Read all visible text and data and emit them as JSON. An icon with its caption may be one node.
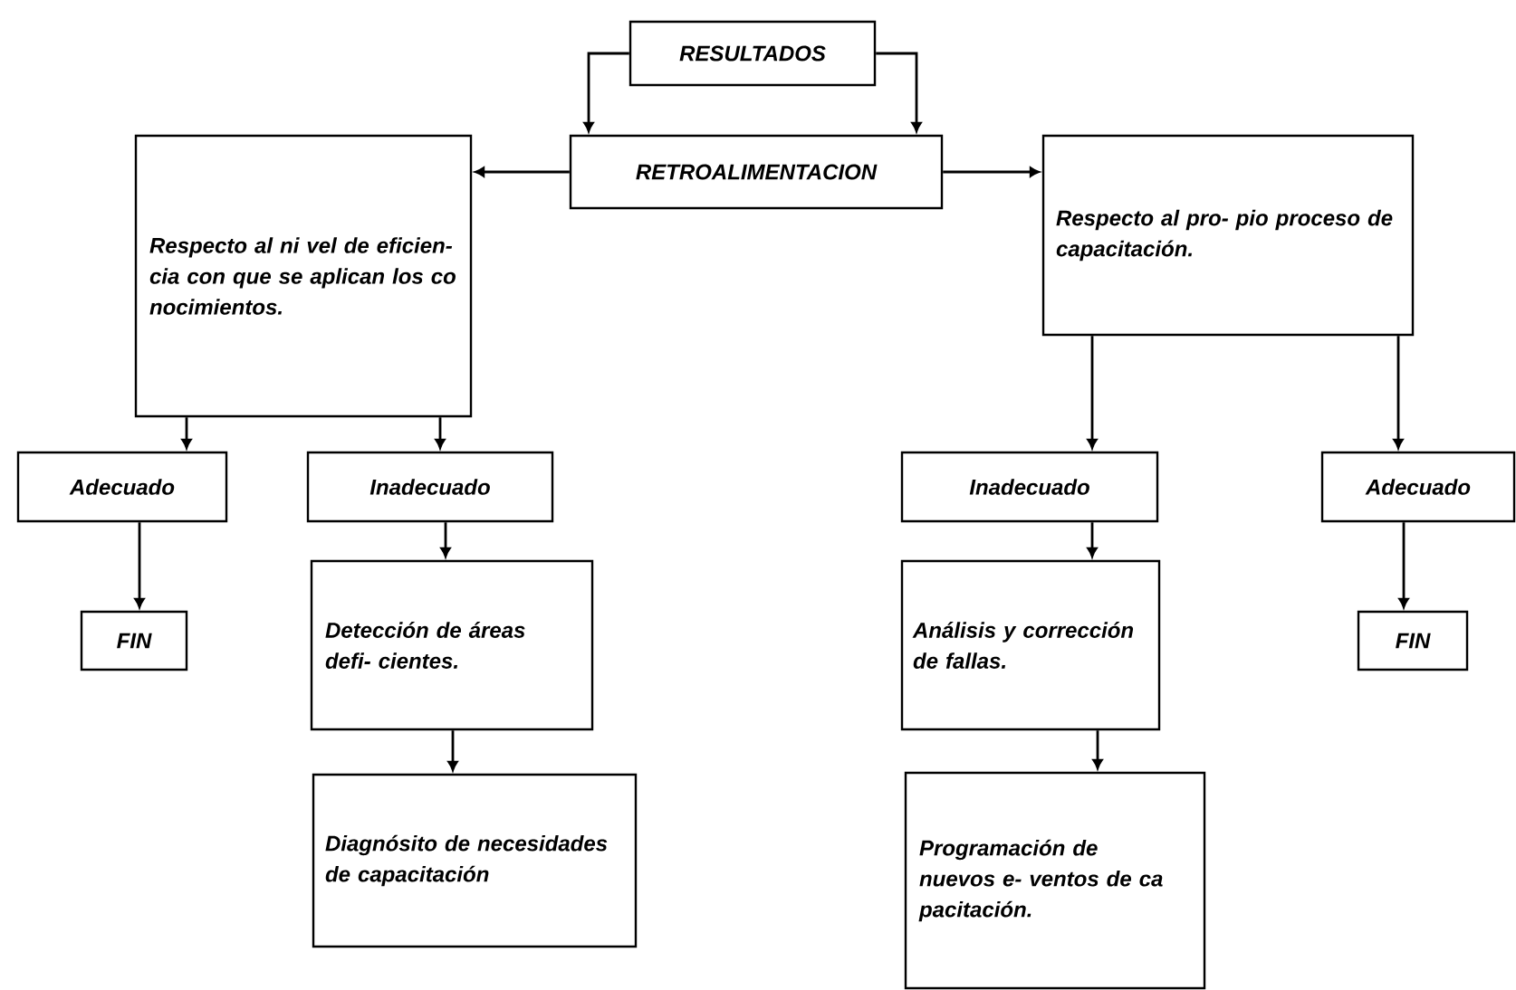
{
  "diagram": {
    "nodes": [
      {
        "text": [
          "RESULTADOS"
        ]
      },
      {
        "text": [
          "RETROALIMENTACION"
        ]
      },
      {
        "text": [
          "Respecto al ni vel de eficien- cia con que se aplican los co nocimientos."
        ]
      },
      {
        "text": [
          "Respecto al pro- pio proceso de capacitación."
        ]
      },
      {
        "text": [
          "Adecuado"
        ]
      },
      {
        "text": [
          "Inadecuado"
        ]
      },
      {
        "text": [
          "FIN"
        ]
      },
      {
        "text": [
          "Detección de áreas defi- cientes."
        ]
      },
      {
        "text": [
          "Diagnósito de necesidades de capacitación"
        ]
      },
      {
        "text": [
          "Inadecuado"
        ]
      },
      {
        "text": [
          "Adecuado"
        ]
      },
      {
        "text": [
          "FIN"
        ]
      },
      {
        "text": [
          "Análisis y corrección de fallas."
        ]
      },
      {
        "text": [
          "Programación de nuevos e- ventos de ca pacitación."
        ]
      }
    ],
    "edges": [
      {
        "from": 0,
        "to": 1,
        "arrow": "to"
      },
      {
        "from": 0,
        "to": 1,
        "arrow": "to"
      },
      {
        "from": 1,
        "to": 2,
        "arrow": "to"
      },
      {
        "from": 1,
        "to": 3,
        "arrow": "to"
      },
      {
        "from": 2,
        "to": 4,
        "arrow": "to"
      },
      {
        "from": 2,
        "to": 5,
        "arrow": "to"
      },
      {
        "from": 4,
        "to": 6,
        "arrow": "to"
      },
      {
        "from": 5,
        "to": 7,
        "arrow": "to"
      },
      {
        "from": 7,
        "to": 8,
        "arrow": "to"
      },
      {
        "from": 3,
        "to": 9,
        "arrow": "to"
      },
      {
        "from": 3,
        "to": 10,
        "arrow": "to"
      },
      {
        "from": 10,
        "to": 11,
        "arrow": "to"
      },
      {
        "from": 9,
        "to": 12,
        "arrow": "to"
      },
      {
        "from": 12,
        "to": 13,
        "arrow": "to"
      }
    ]
  }
}
